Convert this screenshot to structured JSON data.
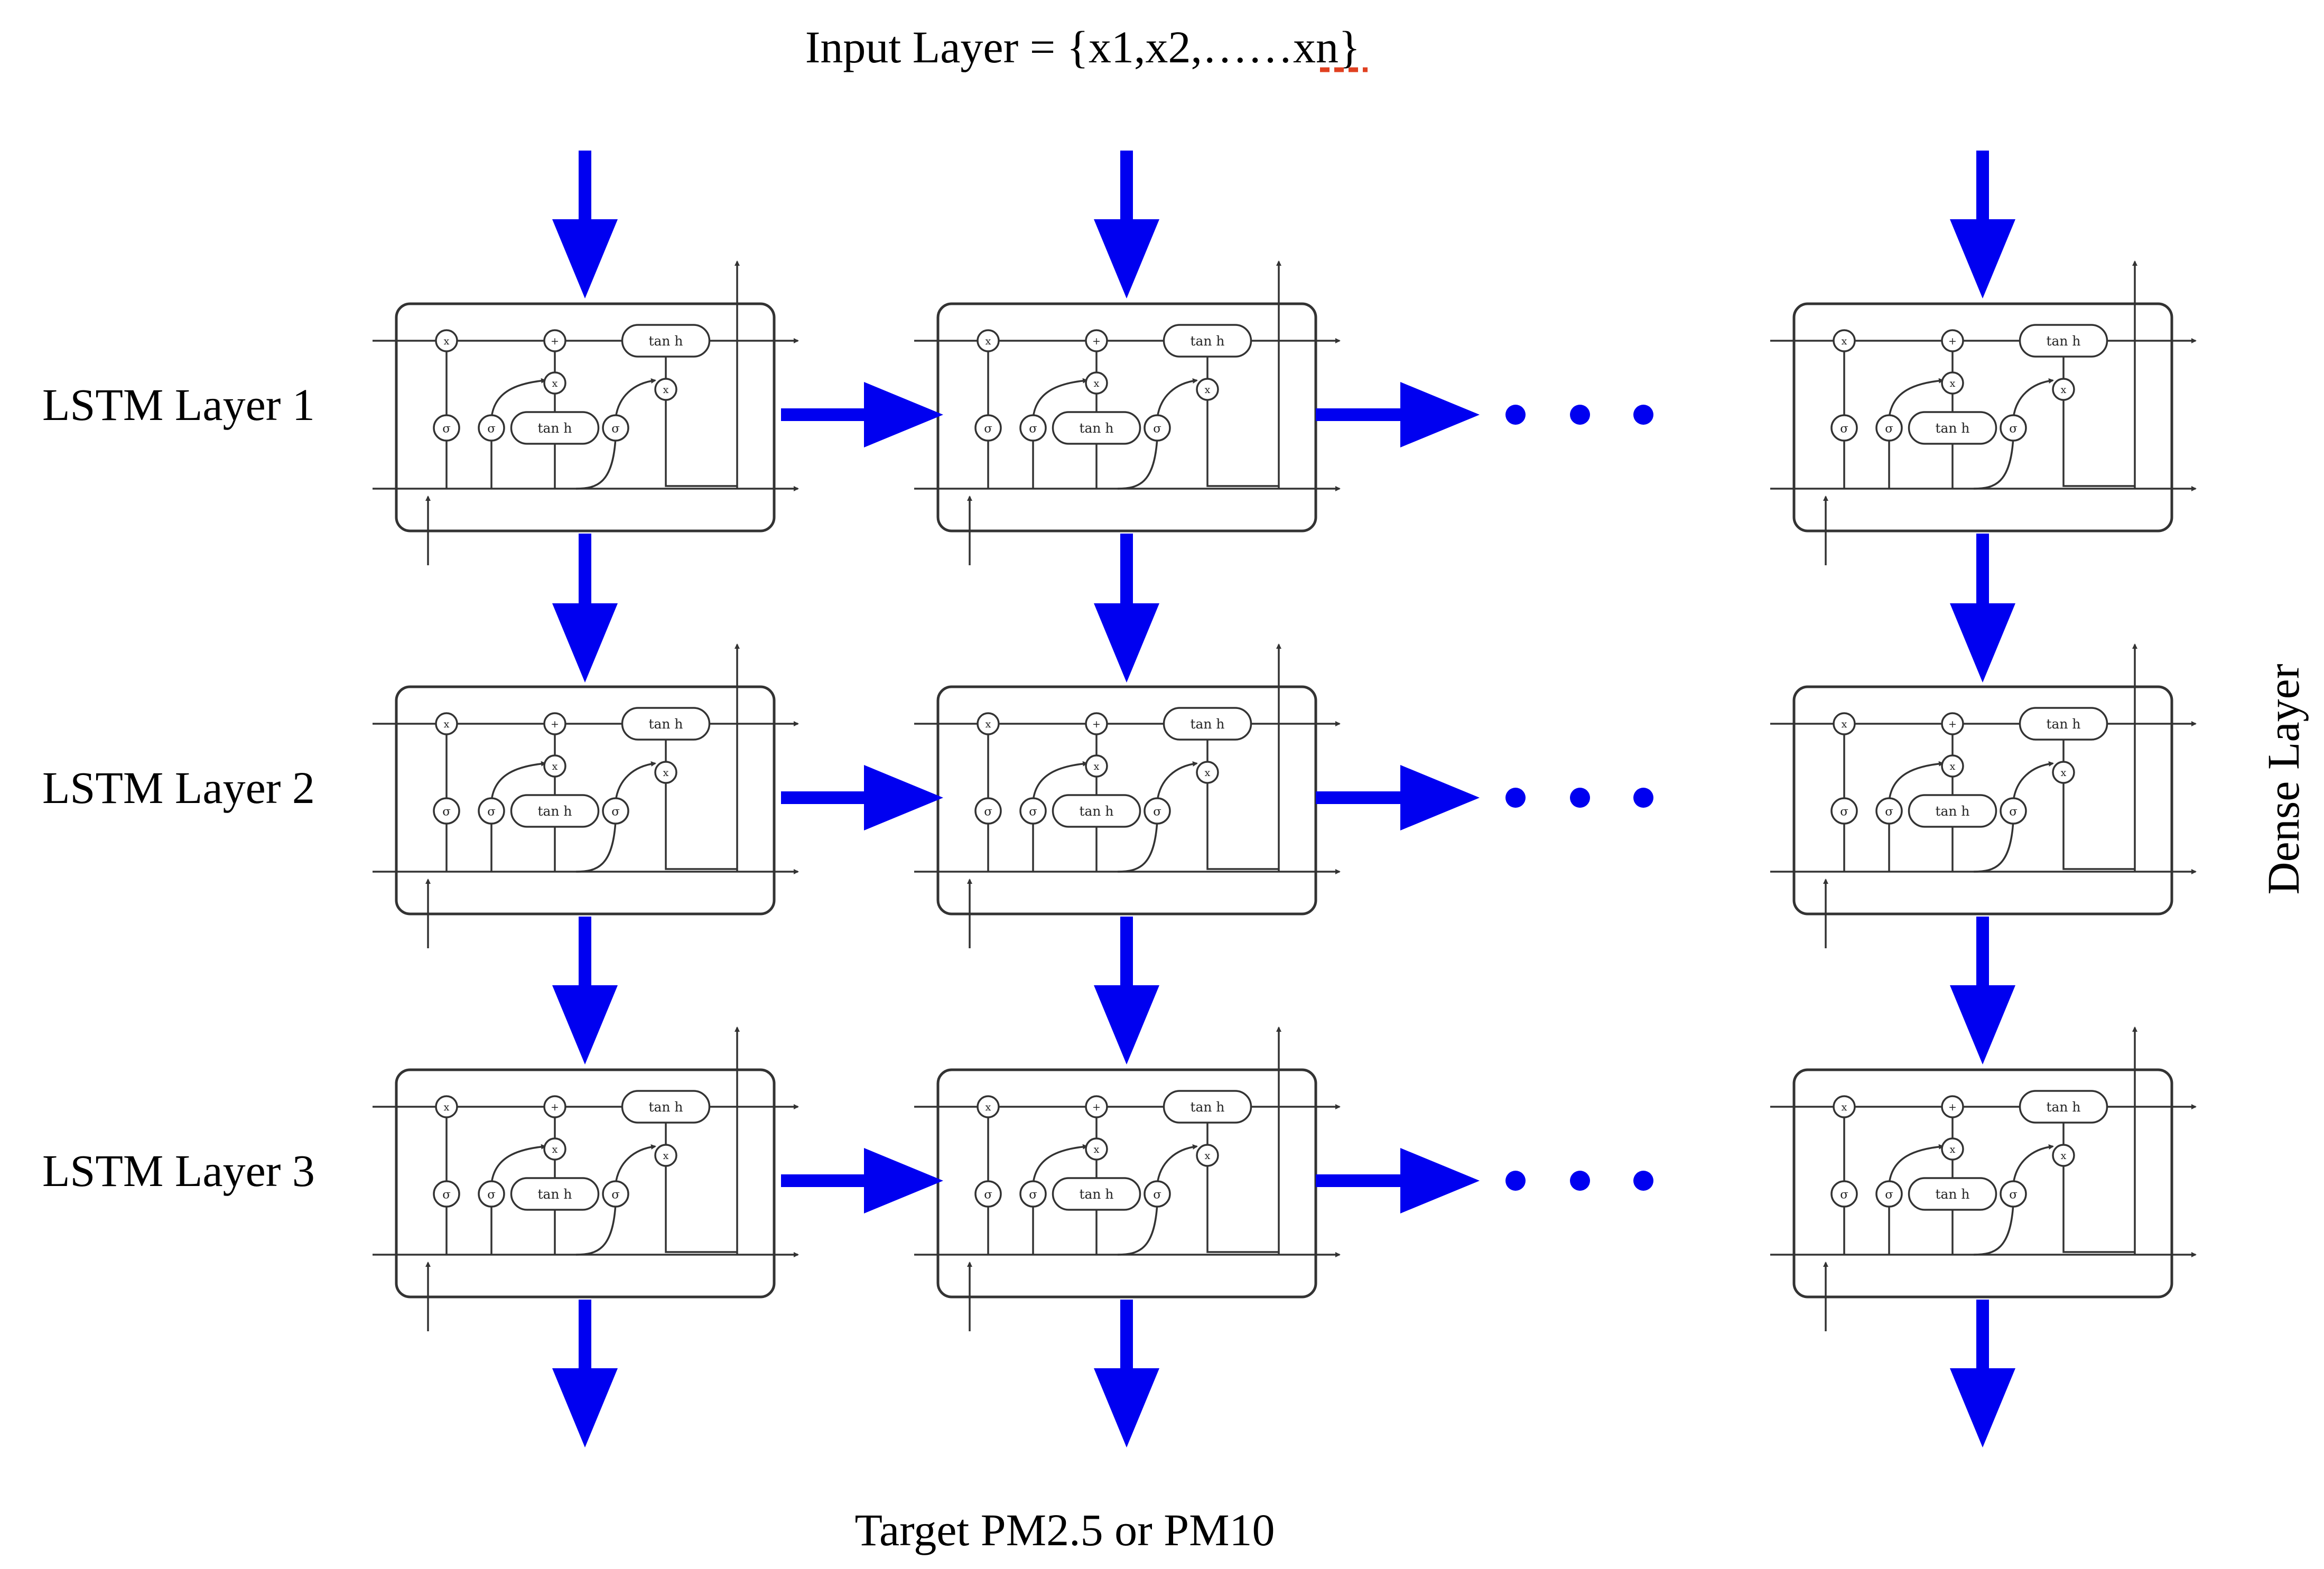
{
  "input_label": "Input Layer = {x1,x2,……xn}",
  "input_label_prefix": "Input Layer = {x1,x2,……",
  "input_label_xn": "xn",
  "input_label_suffix": "}",
  "layer_labels": [
    "LSTM Layer 1",
    "LSTM Layer 2",
    "LSTM Layer 3"
  ],
  "side_label": "Dense Layer",
  "output_label": "Target PM2.5 or PM10",
  "cell_ops": {
    "multiply": "x",
    "add": "+",
    "sigmoid": "σ",
    "tanh": "tan h"
  },
  "colors": {
    "arrow": "#0000f0",
    "ellipsis_dots": "#0000f0",
    "cell_lines": "#333333",
    "spellcheck_underline": "#e04020"
  }
}
